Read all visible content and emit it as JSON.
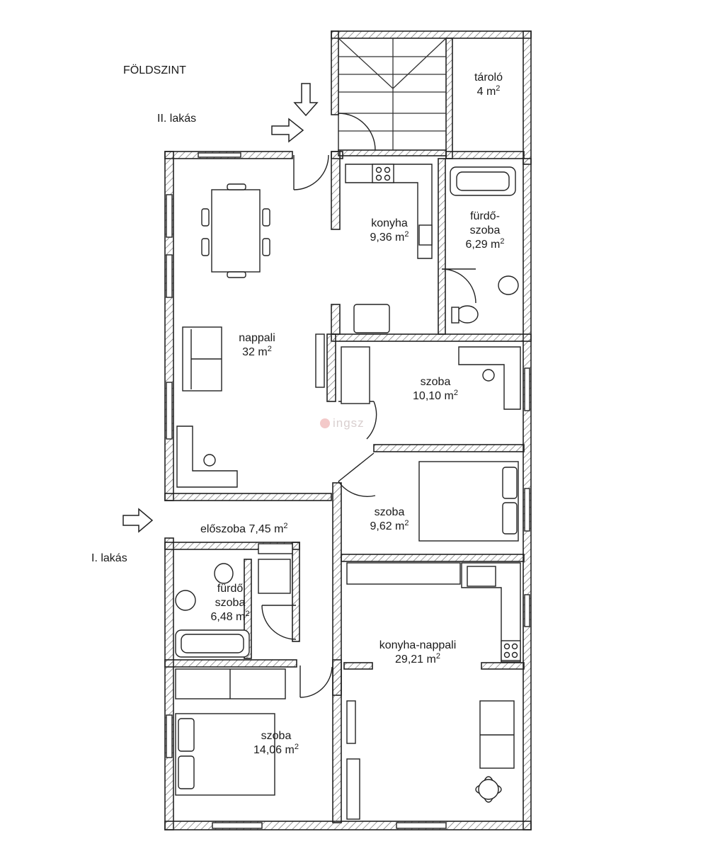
{
  "floor_title": "FÖLDSZINT",
  "units": {
    "unit2": "II. lakás",
    "unit1": "I. lakás"
  },
  "area_unit_exp": "2",
  "rooms": {
    "storage": {
      "name": "tároló",
      "area": "4 m"
    },
    "kitchen2": {
      "name": "konyha",
      "area": "9,36 m"
    },
    "bath2": {
      "name_line1": "fürdő-",
      "name_line2": "szoba",
      "area": "6,29 m"
    },
    "living2": {
      "name": "nappali",
      "area": "32 m"
    },
    "room_a": {
      "name": "szoba",
      "area": "10,10 m"
    },
    "room_b": {
      "name": "szoba",
      "area": "9,62 m"
    },
    "hall1": {
      "name_area": "előszoba 7,45 m"
    },
    "bath1": {
      "name_line1": "fürdő",
      "name_line2": "szoba",
      "area": "6,48 m"
    },
    "kitchen_living1": {
      "name": "konyha-nappali",
      "area": "29,21 m"
    },
    "room_c": {
      "name": "szoba",
      "area": "14,06 m"
    }
  },
  "watermark": "ingsz",
  "colors": {
    "wall": "#2a2a2a",
    "hatch": "#555555",
    "line": "#333333",
    "watermark": "#d9cfcf"
  }
}
